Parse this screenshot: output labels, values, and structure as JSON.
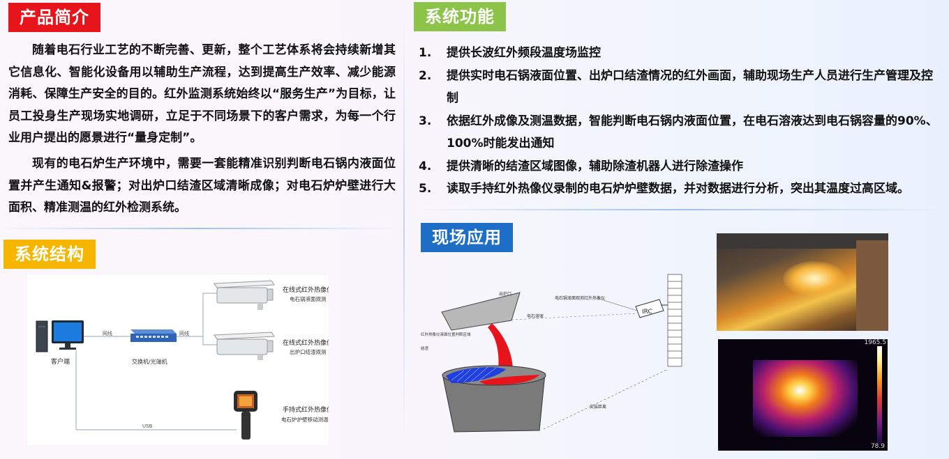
{
  "sections": {
    "intro": {
      "title": "产品简介",
      "color": "#e8141c"
    },
    "functions": {
      "title": "系统功能",
      "color": "#8cc449"
    },
    "structure": {
      "title": "系统结构",
      "color": "#f6b600"
    },
    "application": {
      "title": "现场应用",
      "color": "#1e6dc6"
    }
  },
  "intro": {
    "p1": "随着电石行业工艺的不断完善、更新，整个工艺体系将会持续新增其它信息化、智能化设备用以辅助生产流程，达到提高生产效率、减少能源消耗、保障生产安全的目的。红外监测系统始终以“服务生产”为目标，让员工投身生产现场实地调研，立足于不同场景下的客户需求，为每一个行业用户提出的愿景进行“量身定制”。",
    "p2": "现有的电石炉生产环境中，需要一套能精准识别判断电石锅内液面位置并产生通知&报警；对出炉口结渣区域清晰成像；对电石炉炉壁进行大面积、精准测温的红外检测系统。"
  },
  "functions": [
    {
      "num": "1.",
      "text": "提供长波红外频段温度场监控"
    },
    {
      "num": "2.",
      "text": "提供实时电石锅液面位置、出炉口结渣情况的红外画面，辅助现场生产人员进行生产管理及控制"
    },
    {
      "num": "3.",
      "text": "依据红外成像及测温数据，智能判断电石锅内液面位置，在电石溶液达到电石锅容量的90%、100%时能发出通知"
    },
    {
      "num": "4.",
      "text": "提供清晰的结渣区域图像，辅助除渣机器人进行除渣操作"
    },
    {
      "num": "5.",
      "text": "读取手持红外热像仪录制的电石炉炉壁数据，并对数据进行分析，突出其温度过高区域。"
    }
  ],
  "structure_diagram": {
    "client": "客户端",
    "switch": "交换机/光端机",
    "link_net_1": "网线",
    "link_net_2": "网线",
    "link_usb": "USB",
    "cam1_title": "在线式红外热像仪",
    "cam1_sub": "电石锅液面观测",
    "cam2_title": "在线式红外热像仪",
    "cam2_sub": "出炉口结渣观测",
    "cam3_title": "手持式红外热像仪",
    "cam3_sub": "电石炉炉壁移动测温"
  },
  "site_diagram": {
    "spout": "出炉口",
    "liquid": "电石溶液",
    "camera": "电石锅液面观测红外热像仪",
    "camera_mark": "IRC",
    "region": "红外热像仪液面位置判断区域",
    "slag": "结渣",
    "distance": "安装距离"
  },
  "thermal": {
    "scale_max": "1965.5",
    "scale_min": "78.9"
  }
}
